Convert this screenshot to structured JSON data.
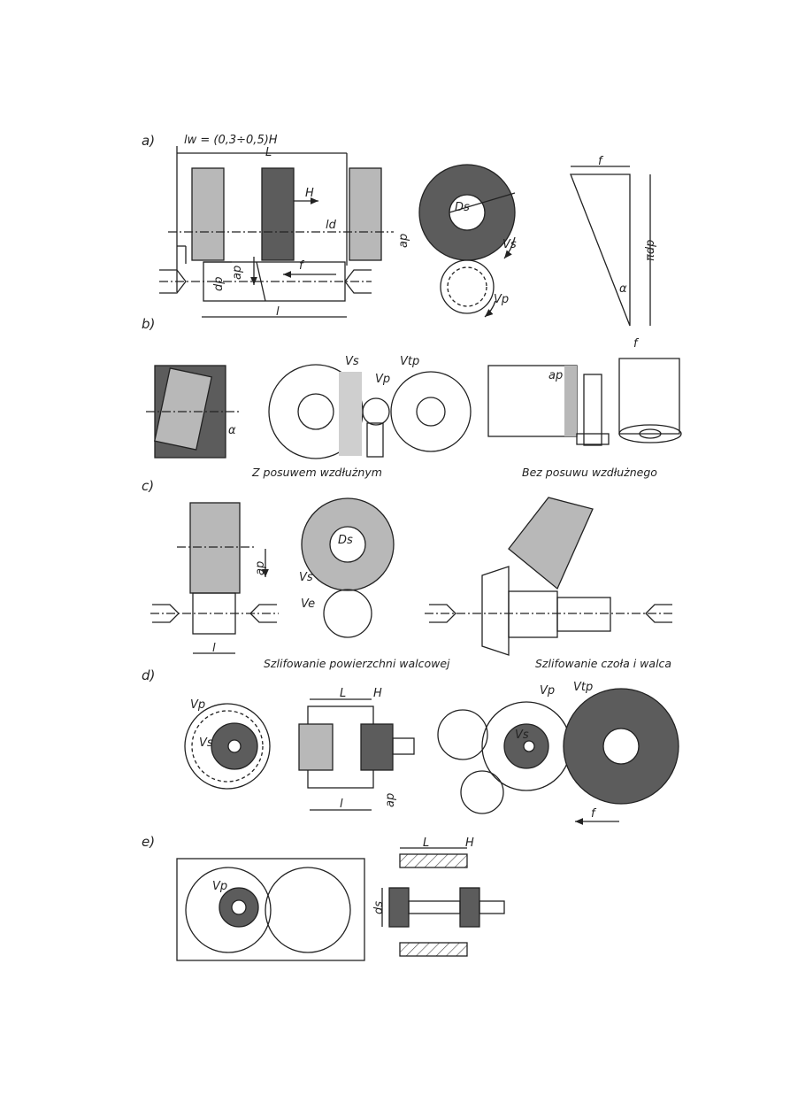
{
  "colors": {
    "dark": "#5a5a5a",
    "light": "#b5b5b5",
    "line": "#222222",
    "hatch": "#444444"
  },
  "sections": {
    "a": "a)",
    "b": "b)",
    "c": "c)",
    "d": "d)",
    "e": "e)"
  },
  "a": {
    "formula": "lw = (0,3÷0,5)H",
    "L": "L",
    "H": "H",
    "ld": "ld",
    "ap": "ap",
    "dp": "dp",
    "f": "f",
    "l": "l",
    "Ds": "Ds",
    "Vs": "Vs",
    "Vp": "Vp",
    "f2": "f",
    "pidp": "πdp",
    "alpha": "α"
  },
  "b": {
    "alpha": "α",
    "Vs": "Vs",
    "Vp": "Vp",
    "Vtp": "Vtp",
    "ap": "ap",
    "f": "f",
    "caption_left": "Z posuwem wzdłużnym",
    "caption_right": "Bez posuwu wzdłużnego"
  },
  "c": {
    "ap": "ap",
    "l": "l",
    "Ds": "Ds",
    "Vs": "Vs",
    "Ve": "Ve",
    "caption_left": "Szlifowanie powierzchni walcowej",
    "caption_right": "Szlifowanie czoła i walca"
  },
  "d": {
    "Vp": "Vp",
    "Vs": "Vs",
    "L": "L",
    "H": "H",
    "l": "l",
    "ap": "ap",
    "Vp2": "Vp",
    "Vtp": "Vtp",
    "Vs2": "Vs",
    "f": "f"
  },
  "e": {
    "Vp": "Vp",
    "L": "L",
    "H": "H",
    "ds": "ds"
  }
}
